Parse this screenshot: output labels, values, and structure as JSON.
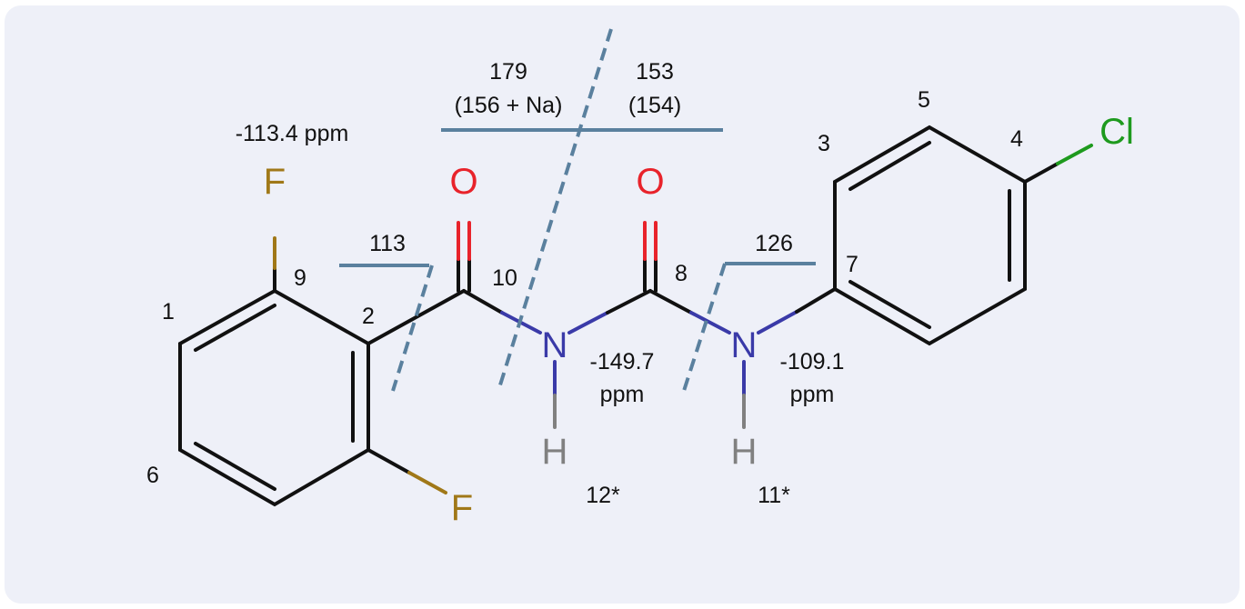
{
  "colors": {
    "panel": "#eef0f8",
    "bond": "#111111",
    "oxygen": "#e8232b",
    "nitrogen": "#3a3aa8",
    "fluorine": "#a07818",
    "chlorine": "#1e9a1e",
    "hydrogen": "#808080",
    "annotation": "#5a809e"
  },
  "atoms": {
    "f_top": "F",
    "f_bottom": "F",
    "o_left": "O",
    "o_right": "O",
    "n_left": "N",
    "n_right": "N",
    "h_left": "H",
    "h_right": "H",
    "cl": "Cl"
  },
  "numbers": {
    "n1": "1",
    "n2": "2",
    "n3": "3",
    "n4": "4",
    "n5": "5",
    "n6": "6",
    "n7": "7",
    "n8": "8",
    "n9": "9",
    "n10": "10",
    "n11": "11*",
    "n12": "12*"
  },
  "annotations": {
    "f_shift": "-113.4 ppm",
    "frag_179": "179",
    "frag_179_sub": "(156 + Na)",
    "frag_153": "153",
    "frag_153_sub": "(154)",
    "frag_113": "113",
    "frag_126": "126",
    "n_left_shift": "-149.7",
    "n_left_unit": "ppm",
    "n_right_shift": "-109.1",
    "n_right_unit": "ppm"
  }
}
